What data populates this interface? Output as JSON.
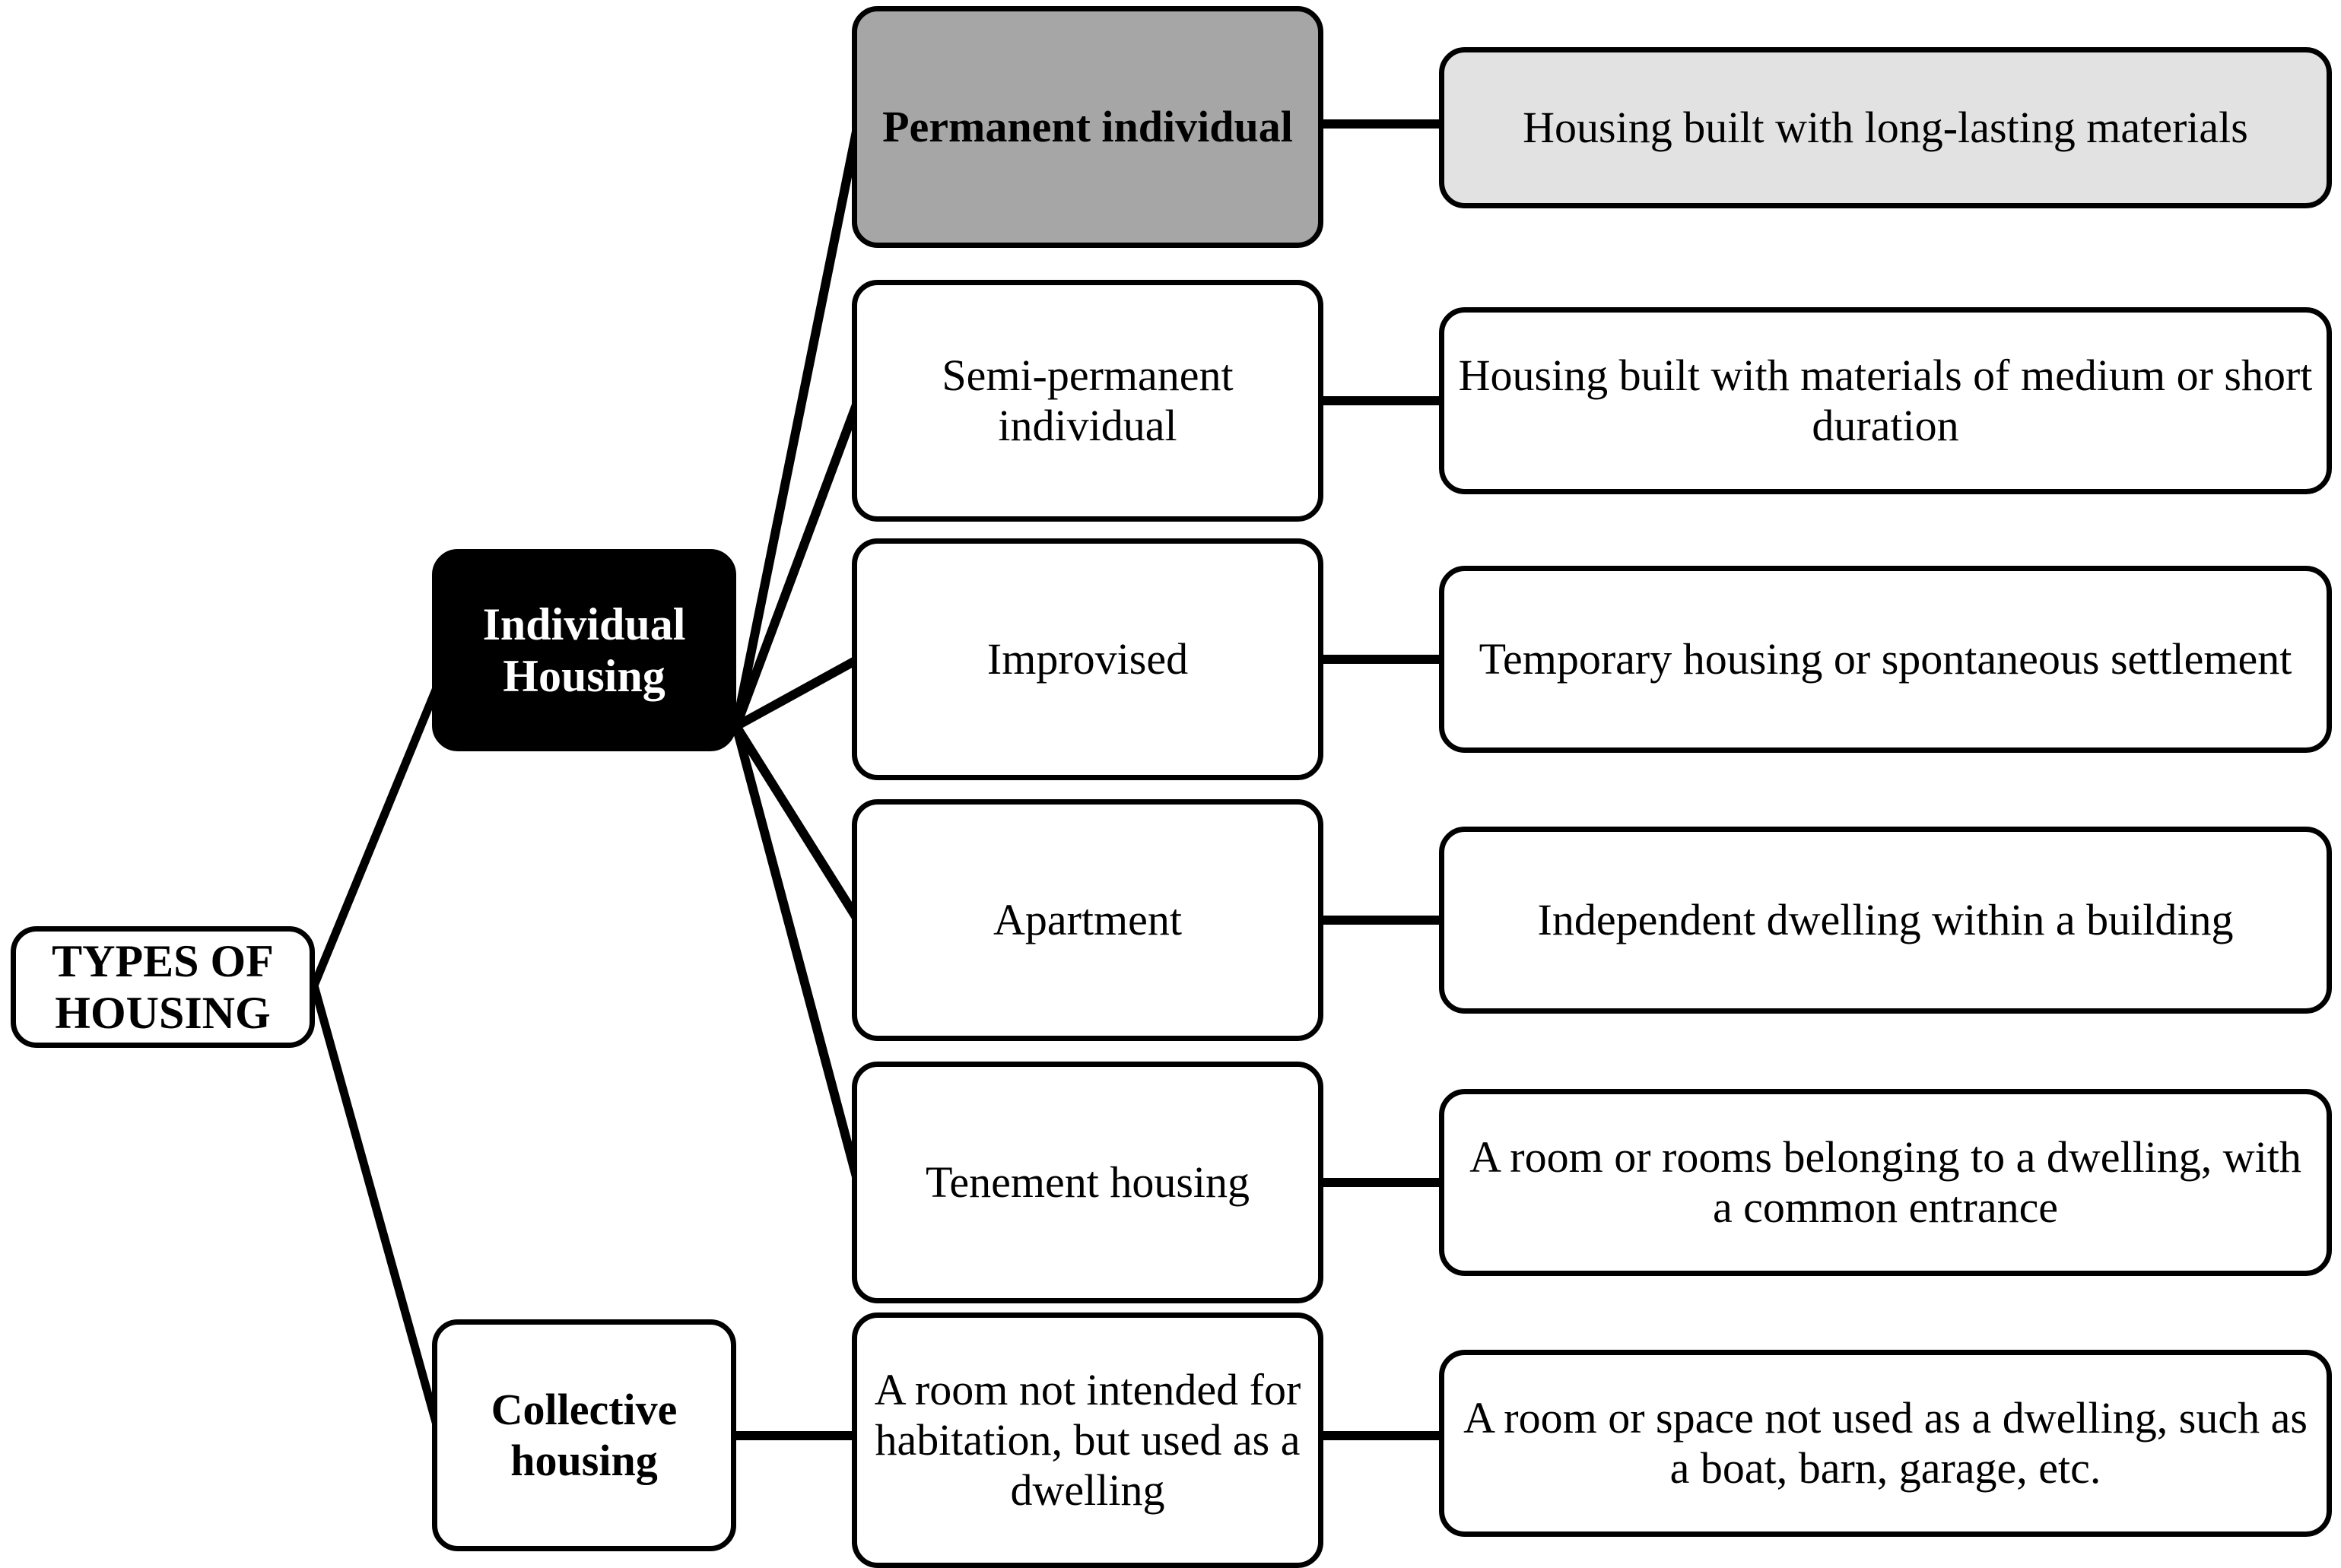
{
  "diagram": {
    "title": "TYPES OF HOUSING",
    "root": {
      "label": "TYPES OF HOUSING"
    },
    "branches": [
      {
        "id": "individual",
        "label": "Individual Housing",
        "style": "dark"
      },
      {
        "id": "collective",
        "label": "Collective housing",
        "style": "light"
      }
    ],
    "rows": [
      {
        "type_label": "Permanent individual",
        "description": "Housing built with long-lasting materials",
        "type_fill": "#A6A6A6",
        "desc_fill": "#E2E2E2",
        "parent": "individual",
        "highlighted": true
      },
      {
        "type_label": "Semi-permanent individual",
        "description": "Housing built with materials of medium or short duration",
        "type_fill": "#FFFFFF",
        "desc_fill": "#FFFFFF",
        "parent": "individual",
        "highlighted": false
      },
      {
        "type_label": "Improvised",
        "description": "Temporary housing or spontaneous settlement",
        "type_fill": "#FFFFFF",
        "desc_fill": "#FFFFFF",
        "parent": "individual",
        "highlighted": false
      },
      {
        "type_label": "Apartment",
        "description": "Independent dwelling within a building",
        "type_fill": "#FFFFFF",
        "desc_fill": "#FFFFFF",
        "parent": "individual",
        "highlighted": false
      },
      {
        "type_label": "Tenement housing",
        "description": "A room or rooms belonging to a dwelling, with a common entrance",
        "type_fill": "#FFFFFF",
        "desc_fill": "#FFFFFF",
        "parent": "individual",
        "highlighted": false
      },
      {
        "type_label": "A room not intended for habitation, but used as a dwelling",
        "description": "A room or space not used as a dwelling, such as a boat, barn, garage, etc.",
        "type_fill": "#FFFFFF",
        "desc_fill": "#FFFFFF",
        "parent": "collective",
        "highlighted": false
      }
    ],
    "colors": {
      "stroke": "#000000",
      "canvas": "#FFFFFF",
      "accent_dark": "#000000",
      "accent_gray": "#A6A6A6",
      "accent_light_gray": "#E2E2E2"
    }
  }
}
